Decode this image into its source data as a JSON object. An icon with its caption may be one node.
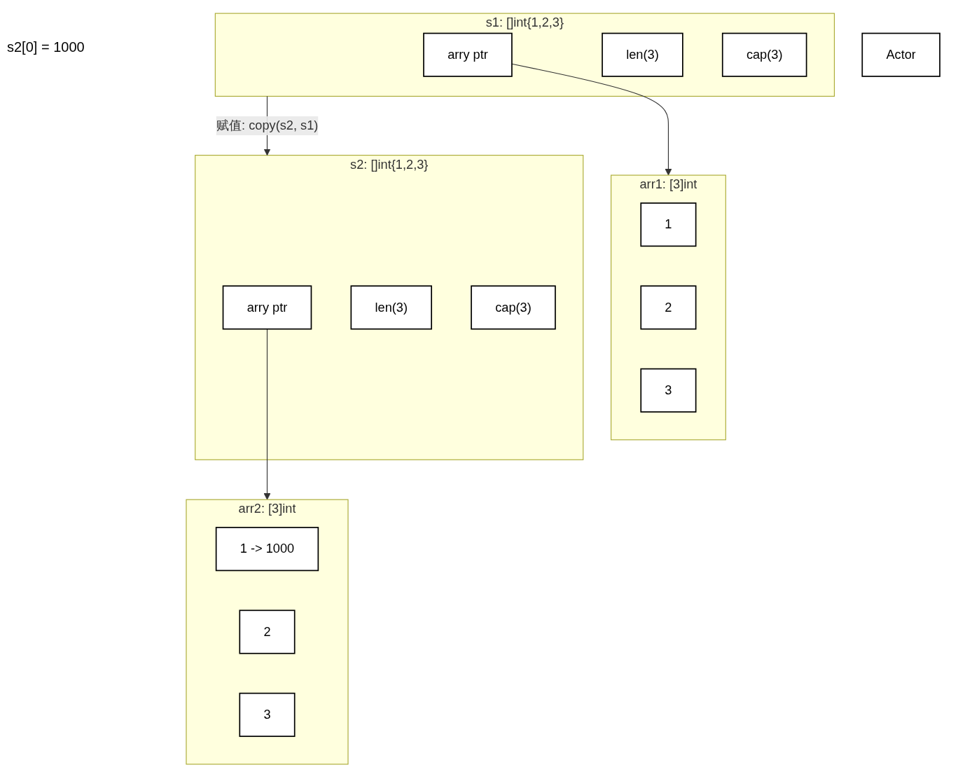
{
  "diagram": {
    "nodes": [
      {
        "text": [
          "s1: []int{1,2,3}"
        ]
      },
      {
        "text": [
          "arry ptr"
        ],
        "in": 0
      },
      {
        "text": [
          "len(3)"
        ],
        "in": 0
      },
      {
        "text": [
          "cap(3)"
        ],
        "in": 0
      },
      {
        "text": [
          "arr1: [3]int"
        ]
      },
      {
        "text": [
          "1"
        ],
        "in": 4
      },
      {
        "text": [
          "2"
        ],
        "in": 4
      },
      {
        "text": [
          "3"
        ],
        "in": 4
      },
      {
        "text": [
          "s2: []int{1,2,3}"
        ]
      },
      {
        "text": [
          "arry ptr"
        ],
        "in": 8
      },
      {
        "text": [
          "len(3)"
        ],
        "in": 8
      },
      {
        "text": [
          "cap(3)"
        ],
        "in": 8
      },
      {
        "text": [
          "arr2: [3]int"
        ]
      },
      {
        "text": [
          "1 -> 1000"
        ],
        "in": 12
      },
      {
        "text": [
          "2"
        ],
        "in": 12
      },
      {
        "text": [
          "3"
        ],
        "in": 12
      },
      {
        "text": [
          "Actor"
        ]
      }
    ],
    "edges": [
      {
        "from": 1,
        "to": 4,
        "arrow": "to"
      },
      {
        "from": 0,
        "to": 8,
        "label": "赋值: copy(s2, s1)",
        "arrow": "to"
      },
      {
        "from": 9,
        "to": 12,
        "arrow": "to"
      }
    ],
    "labels": [
      "s2[0] = 1000"
    ]
  }
}
